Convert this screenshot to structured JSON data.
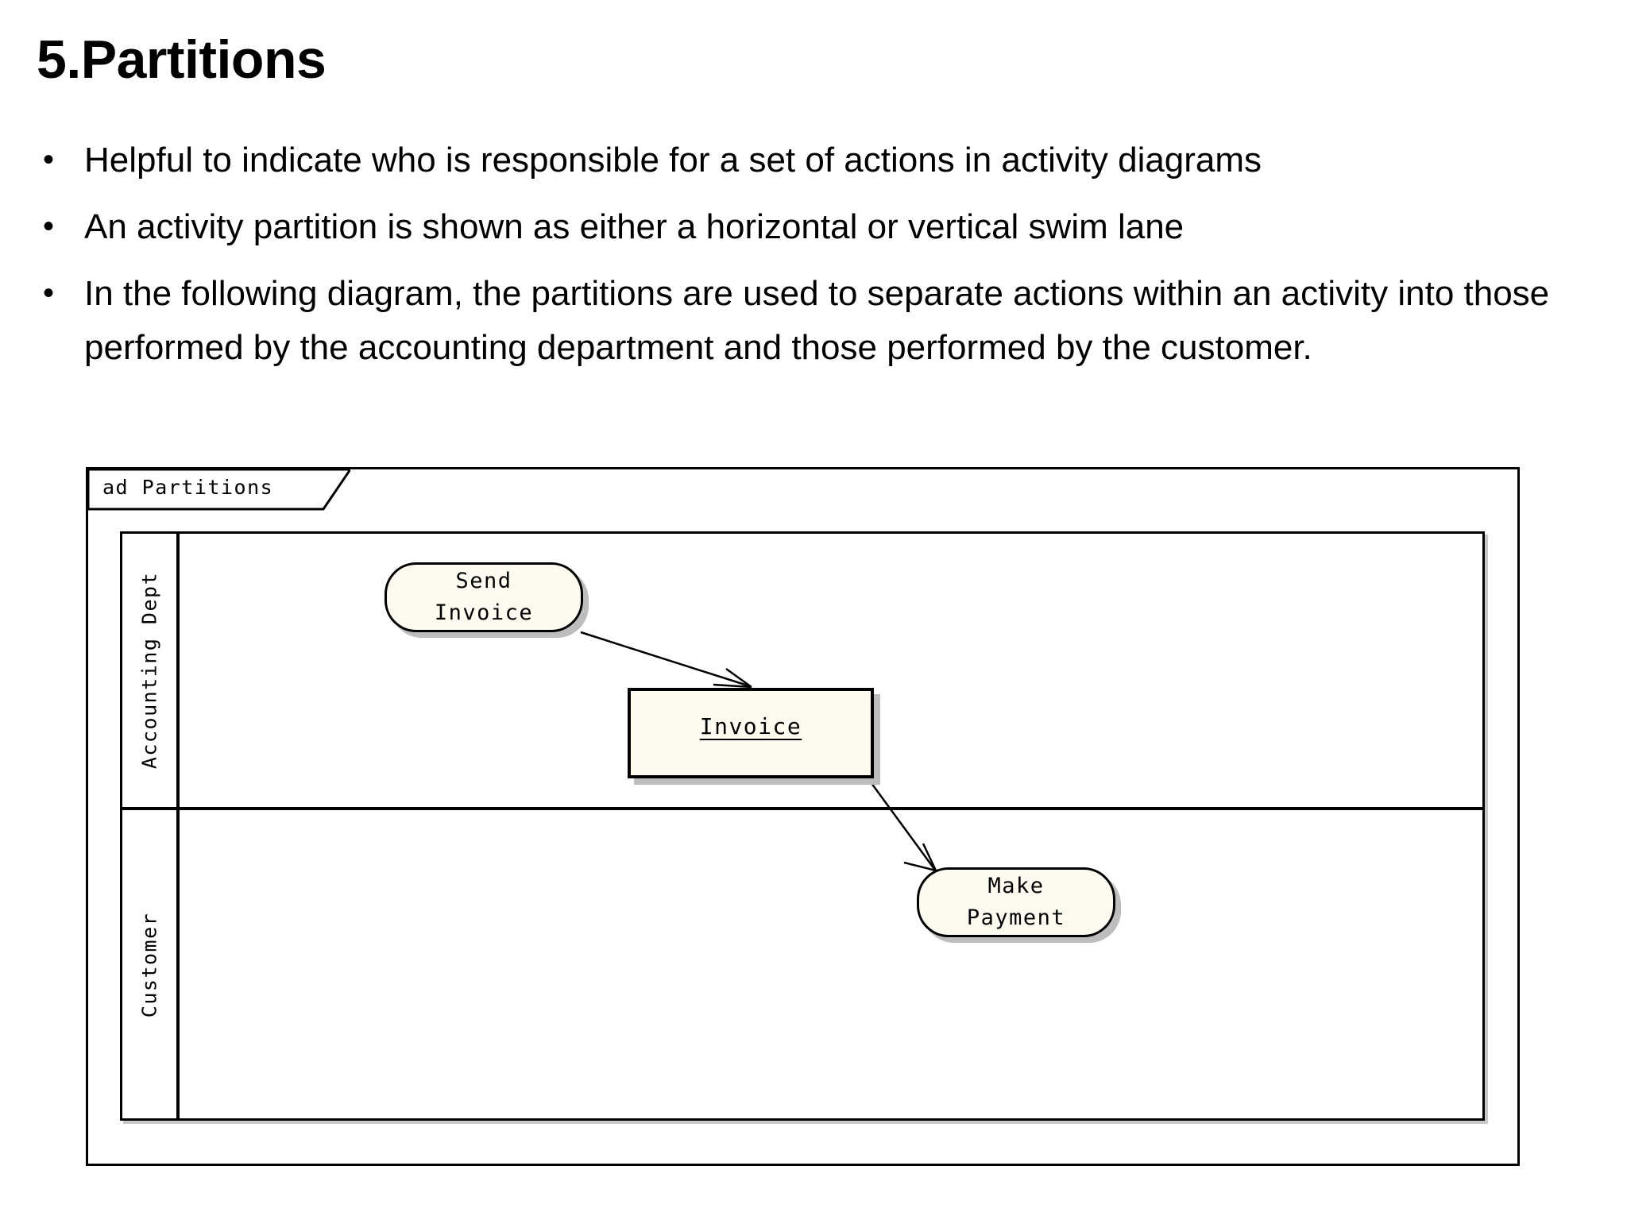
{
  "slide": {
    "title": "5.Partitions",
    "bullet_marker": "•",
    "bullets": [
      "Helpful to indicate who is responsible  for a set of actions in activity diagrams",
      "An activity partition is shown as either a horizontal or vertical swim lane",
      "In the following diagram, the partitions are used to separate actions within an activity into those performed by the accounting department and those performed by the customer."
    ]
  },
  "diagram": {
    "frame_label": "ad Partitions",
    "colors": {
      "node_fill": "#fdfbef",
      "node_border": "#000000",
      "shadow": "#bdbdbd",
      "frame_border": "#000000",
      "background": "#ffffff"
    },
    "partitions": [
      {
        "label": "Accounting Dept"
      },
      {
        "label": "Customer"
      }
    ],
    "nodes": [
      {
        "id": "send-invoice",
        "label_line1": "Send",
        "label_line2": "Invoice",
        "type": "action",
        "partition": "Accounting Dept"
      },
      {
        "id": "invoice",
        "label": "Invoice",
        "type": "object",
        "partition": "Accounting Dept / Customer"
      },
      {
        "id": "make-payment",
        "label_line1": "Make",
        "label_line2": "Payment",
        "type": "action",
        "partition": "Customer"
      }
    ],
    "edges": [
      {
        "from": "send-invoice",
        "to": "invoice"
      },
      {
        "from": "invoice",
        "to": "make-payment"
      }
    ]
  }
}
